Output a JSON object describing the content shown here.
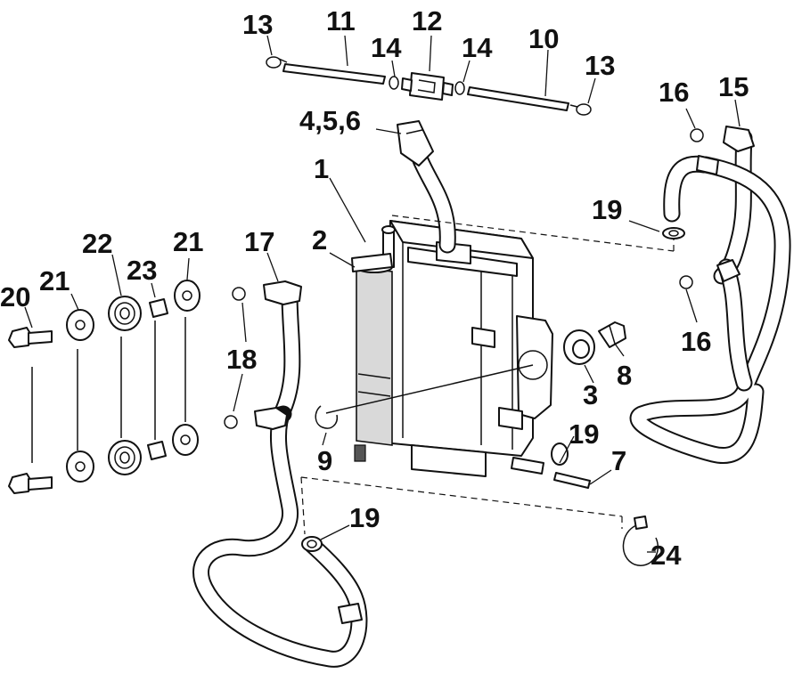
{
  "diagram": {
    "callouts": {
      "c1": "1",
      "c2": "2",
      "c3": "3",
      "c456": "4,5,6",
      "c7": "7",
      "c8": "8",
      "c9": "9",
      "c10": "10",
      "c11": "11",
      "c12": "12",
      "c13a": "13",
      "c13b": "13",
      "c14a": "14",
      "c14b": "14",
      "c15": "15",
      "c16a": "16",
      "c16b": "16",
      "c17": "17",
      "c18": "18",
      "c19a": "19",
      "c19b": "19",
      "c19c": "19",
      "c20": "20",
      "c21a": "21",
      "c21b": "21",
      "c22": "22",
      "c23": "23",
      "c24": "24"
    }
  }
}
